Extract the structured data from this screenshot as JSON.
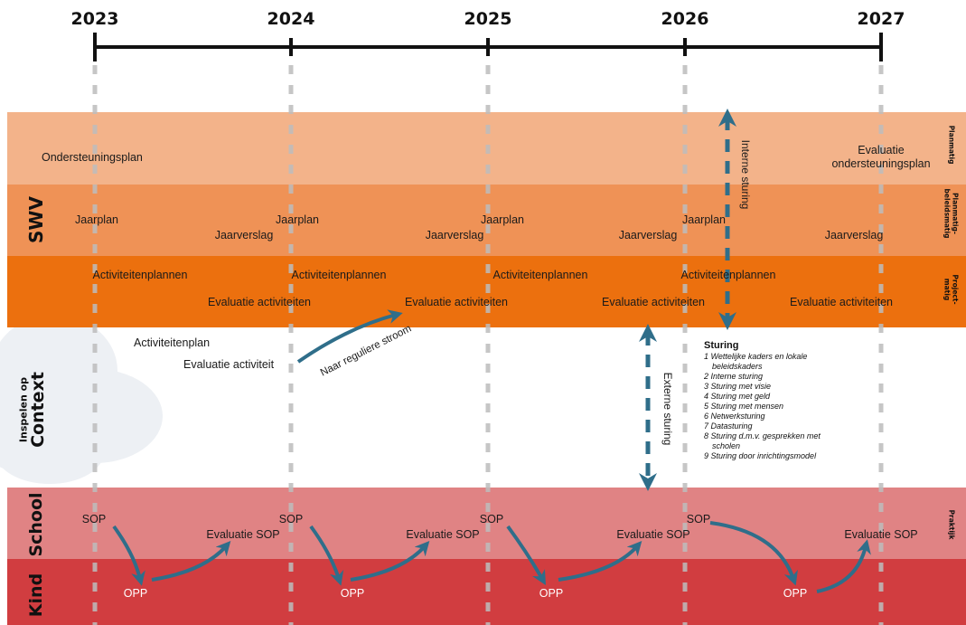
{
  "timeline": {
    "years": [
      "2023",
      "2024",
      "2025",
      "2026",
      "2027"
    ]
  },
  "colors": {
    "band_planmatig": "#f3b38a",
    "band_beleid": "#ef9256",
    "band_project": "#ec700e",
    "band_school": "#e08384",
    "band_kind": "#d13d40",
    "arrow": "#2f6e8a",
    "cloud": "#edf0f4",
    "dashed_line": "#b9b9b9"
  },
  "sections": {
    "swv": "SWV",
    "context_small": "Inspelen op",
    "context": "Context",
    "school": "School",
    "kind": "Kind"
  },
  "right_labels": {
    "planmatig": "Planmatig",
    "beleid_line1": "Planmatig-",
    "beleid_line2": "beleidsmatig",
    "project_line1": "Project-",
    "project_line2": "matig",
    "praktijk": "Praktijk"
  },
  "labels": {
    "ondersteuningsplan": "Ondersteuningsplan",
    "evaluatie_op_line1": "Evaluatie",
    "evaluatie_op_line2": "ondersteuningsplan",
    "jaarplan": "Jaarplan",
    "jaarverslag": "Jaarverslag",
    "activiteitenplannen": "Activiteitenplannen",
    "evaluatie_activiteiten": "Evaluatie activiteiten",
    "activiteitenplan": "Activiteitenplan",
    "evaluatie_activiteit": "Evaluatie activiteit",
    "naar_reguliere_stroom": "Naar reguliere stroom",
    "interne_sturing": "Interne sturing",
    "externe_sturing": "Externe sturing",
    "sop": "SOP",
    "evaluatie_sop": "Evaluatie SOP",
    "opp": "OPP"
  },
  "sturing": {
    "title": "Sturing",
    "items": [
      "1 Wettelijke kaders en lokale",
      "beleidskaders",
      "2 Interne sturing",
      "3 Sturing met visie",
      "4 Sturing met geld",
      "5 Sturing met mensen",
      "6 Netwerksturing",
      "7 Datasturing",
      "8 Sturing d.m.v. gesprekken met",
      "scholen",
      "9 Sturing door inrichtingsmodel"
    ]
  }
}
